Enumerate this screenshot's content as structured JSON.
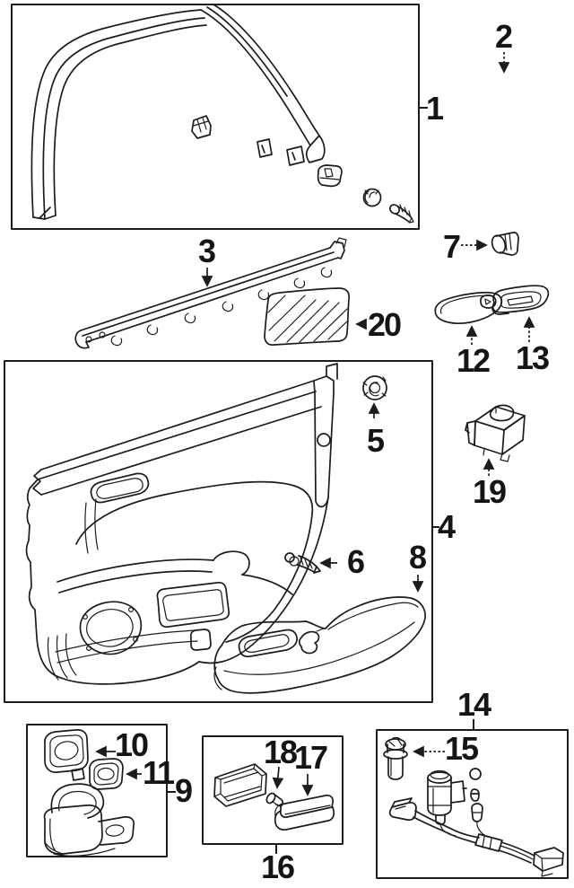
{
  "figure": {
    "type": "parts-diagram",
    "background_color": "#ffffff",
    "line_color": "#1c1c1c",
    "label_color": "#151515"
  },
  "callouts": {
    "c1": "1",
    "c2": "2",
    "c3": "3",
    "c4": "4",
    "c5": "5",
    "c6": "6",
    "c7": "7",
    "c8": "8",
    "c9": "9",
    "c10": "10",
    "c11": "11",
    "c12": "12",
    "c13": "13",
    "c14": "14",
    "c15": "15",
    "c16": "16",
    "c17": "17",
    "c18": "18",
    "c19": "19",
    "c20": "20"
  }
}
